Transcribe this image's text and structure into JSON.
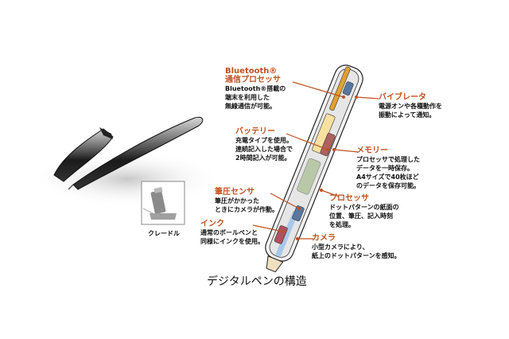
{
  "caption": "デジタルペンの構造",
  "cradle": {
    "label": "クレードル"
  },
  "callouts": {
    "bluetooth": {
      "title_line1": "Bluetooth®",
      "title_line2": "通信プロセッサ",
      "body": [
        "Bluetooth®搭載の",
        "端末を利用した",
        "無線通信が可能。"
      ]
    },
    "battery": {
      "title": "バッテリー",
      "body": [
        "充電タイプを使用。",
        "連続記入した場合で",
        "2時間記入が可能。"
      ]
    },
    "pressure_sensor": {
      "title": "筆圧センサ",
      "body": [
        "筆圧がかかった",
        "ときにカメラが作動。"
      ]
    },
    "ink": {
      "title": "インク",
      "body": [
        "通常のボールペンと",
        "同様にインクを使用。"
      ]
    },
    "vibrator": {
      "title": "バイブレータ",
      "body": [
        "電源オンや各種動作を",
        "振動によって通知。"
      ]
    },
    "memory": {
      "title": "メモリー",
      "body": [
        "プロセッサで処理した",
        "データを一時保存。",
        "A4サイズで40枚ほど",
        "のデータを保存可能。"
      ]
    },
    "processor": {
      "title": "プロセッサ",
      "body": [
        "ドットパターンの紙面の",
        "位置、筆圧、記入時刻",
        "を処理。"
      ]
    },
    "camera": {
      "title": "カメラ",
      "body": [
        "小型カメラにより、",
        "紙上のドットパターンを感知。"
      ]
    }
  },
  "colors": {
    "label_accent": "#c0501f",
    "leader_line": "#c0501f",
    "vibrator": "#e0a030",
    "memory": "#f8e0a0",
    "battery": "#b06060",
    "processor": "#b8c8a8",
    "sensor_blue": "#5878a0",
    "camera": "#b05060"
  }
}
